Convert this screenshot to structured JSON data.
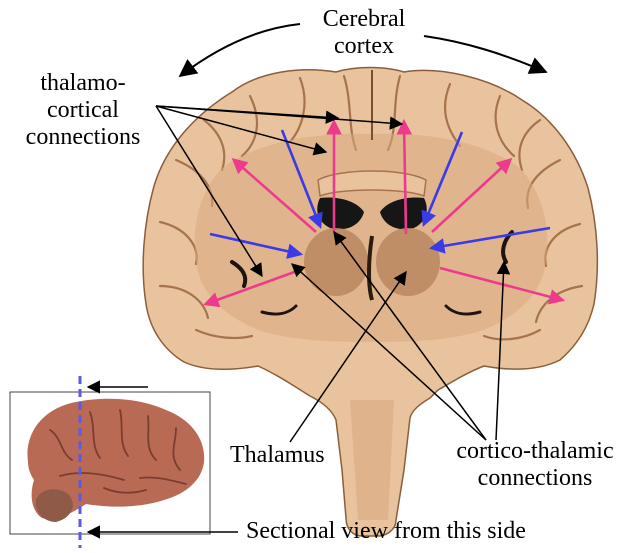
{
  "labels": {
    "cerebral_cortex_line1": "Cerebral",
    "cerebral_cortex_line2": "cortex",
    "thalamocortical_line1": "thalamo-",
    "thalamocortical_line2": "cortical",
    "thalamocortical_line3": "connections",
    "thalamus": "Thalamus",
    "corticothalamic_line1": "cortico-thalamic",
    "corticothalamic_line2": "connections",
    "sectional_view": "Sectional view from this side"
  },
  "colors": {
    "thalamocortical_arrow": "#ee3a8c",
    "corticothalamic_arrow": "#3a3ae6",
    "tissue_light": "#e9c39e",
    "tissue_mid": "#d9a97f",
    "tissue_dark": "#b9875f",
    "ventricle": "#161616",
    "inset_brain": "#b86a55",
    "inset_section_line": "#5a5ae6"
  },
  "icons": {
    "brain_section": "coronal-brain-section-icon",
    "brain_lateral": "lateral-brain-icon"
  }
}
